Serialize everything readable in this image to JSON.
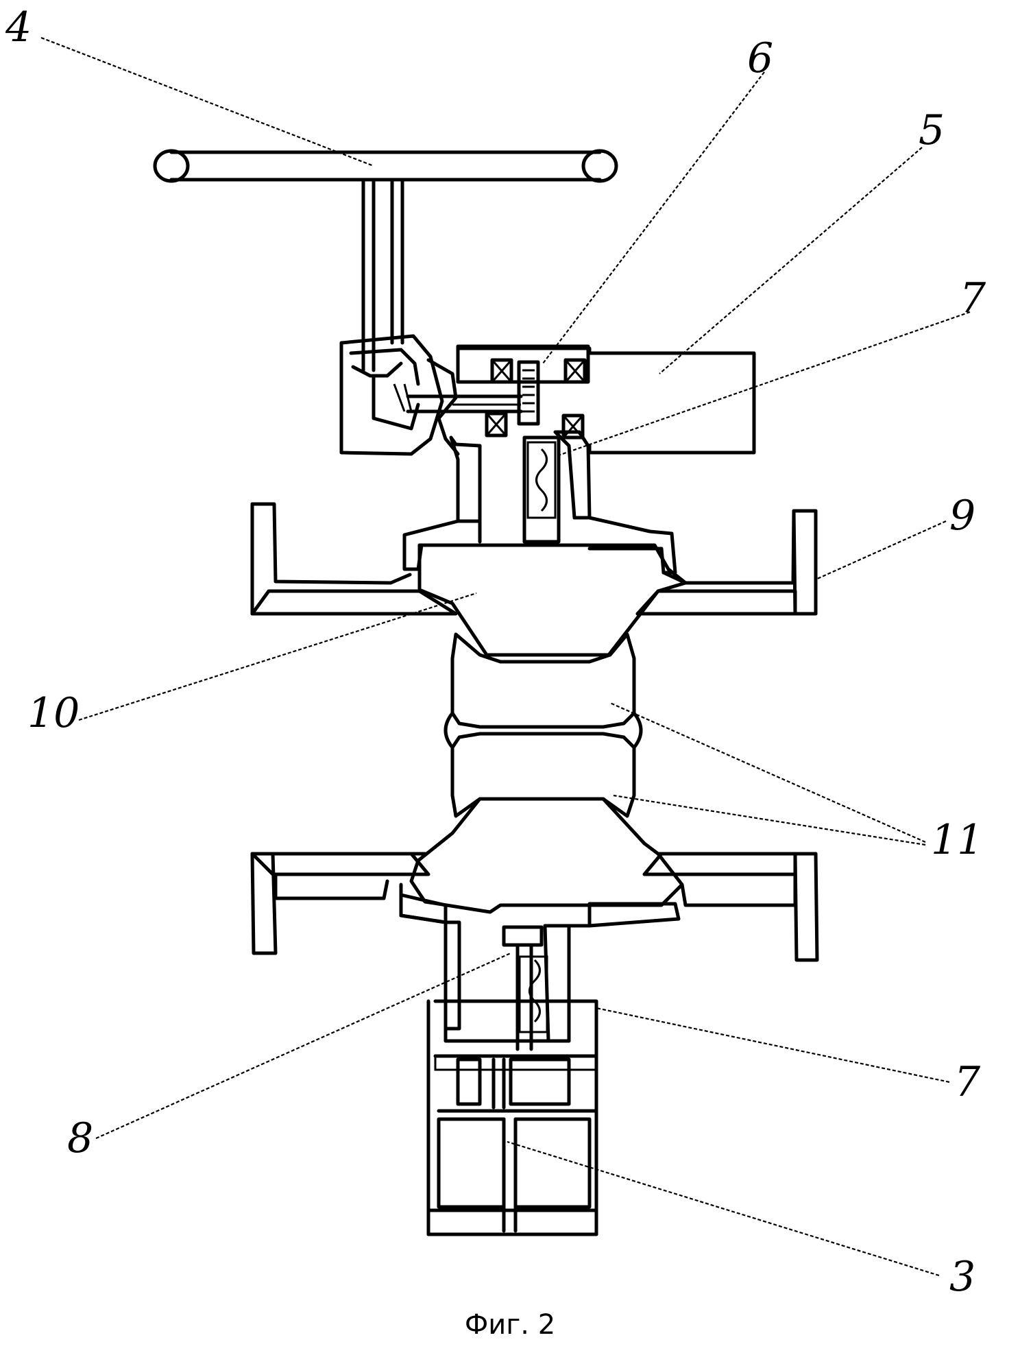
{
  "figure": {
    "caption": "Фиг. 2",
    "labels": {
      "l4": "4",
      "l6": "6",
      "l5": "5",
      "l7_top": "7",
      "l9": "9",
      "l10": "10",
      "l11": "11",
      "l7_bottom": "7",
      "l8": "8",
      "l3": "3"
    }
  }
}
